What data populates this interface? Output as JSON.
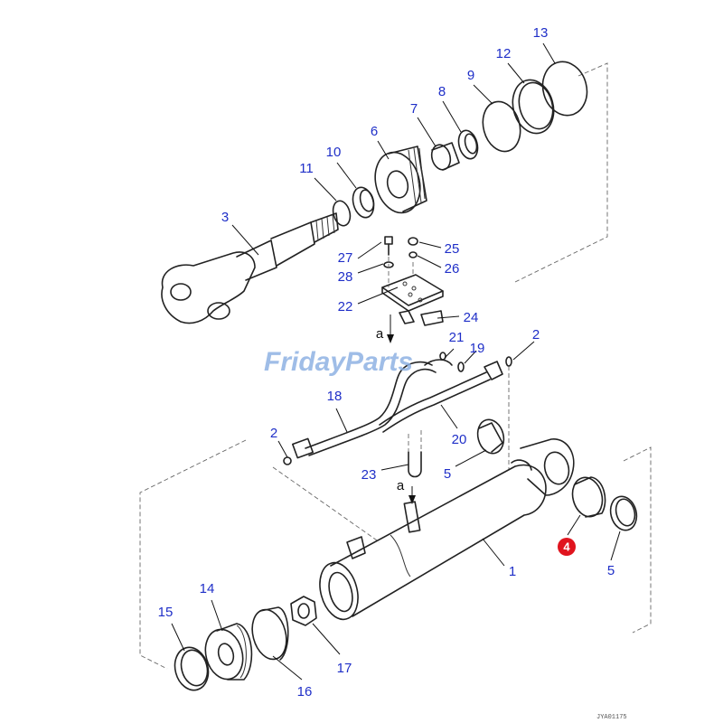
{
  "callouts": [
    {
      "n": "1"
    },
    {
      "n": "2"
    },
    {
      "n": "2"
    },
    {
      "n": "3"
    },
    {
      "n": "4"
    },
    {
      "n": "5"
    },
    {
      "n": "5"
    },
    {
      "n": "6"
    },
    {
      "n": "7"
    },
    {
      "n": "8"
    },
    {
      "n": "9"
    },
    {
      "n": "10"
    },
    {
      "n": "11"
    },
    {
      "n": "12"
    },
    {
      "n": "13"
    },
    {
      "n": "14"
    },
    {
      "n": "15"
    },
    {
      "n": "16"
    },
    {
      "n": "17"
    },
    {
      "n": "18"
    },
    {
      "n": "19"
    },
    {
      "n": "20"
    },
    {
      "n": "21"
    },
    {
      "n": "22"
    },
    {
      "n": "23"
    },
    {
      "n": "24"
    },
    {
      "n": "25"
    },
    {
      "n": "26"
    },
    {
      "n": "27"
    },
    {
      "n": "28"
    }
  ],
  "highlighted_part": "4",
  "view_markers": [
    "a",
    "a"
  ],
  "watermark": "FridayParts",
  "drawing_number": "JYA01175",
  "colors": {
    "callout": "#1f2fc8",
    "highlight": "#e0141e",
    "line": "#222222",
    "watermark": "#8fb2e3"
  }
}
